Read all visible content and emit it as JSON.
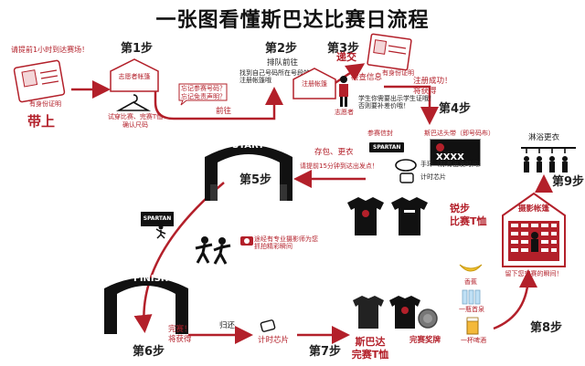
{
  "title": "一张图看懂斯巴达比赛日流程",
  "steps": {
    "s1": "第1步",
    "s2": "第2步",
    "s3": "第3步",
    "s4": "第4步",
    "s5": "第5步",
    "s6": "第6步",
    "s7": "第7步",
    "s8": "第8步",
    "s9": "第9步"
  },
  "top_left": {
    "note": "请提前1小时到达赛场！",
    "id_caption": "有身份证明",
    "bring": "带上"
  },
  "volunteer_tent": {
    "label": "志愿者帐篷",
    "caption_line1": "试穿比赛、完赛T恤",
    "caption_line2": "确认尺码"
  },
  "ask_bubble": {
    "line1": "忘记参赛号码？",
    "line2": "忘记免责声明？"
  },
  "go_label": "前往",
  "queue_label": "排队前往",
  "find_note_line1": "找到自己号码所在号段的",
  "find_note_line2": "注册帐篷哦",
  "reg_tent_label": "注册帐篷",
  "volunteer_label": "志愿者",
  "submit": "递交",
  "verify": "检查信息",
  "form_caption": "有身份证明",
  "reg_success_line1": "注册成功！",
  "reg_success_line2": "将获得",
  "student_note_line1": "学生你需要出示学生证哦！",
  "student_note_line2": "否则要补差价哦！",
  "kit": {
    "bag_title": "参赛信封",
    "head_title": "斯巴达头带（即号码布）",
    "spartan_text": "SPARTAN",
    "bib": "XXXX",
    "wrist_label": "手环（标有出发时间）",
    "chip_label": "计时芯片"
  },
  "store_change": "存包、更衣",
  "start_note": "请提前15分钟到达出发点！",
  "start_arch": "START",
  "finish_arch": "FINISH",
  "spartan_sign": "SPARTAN",
  "tee_label_line1": "锐步",
  "tee_label_line2": "比赛T恤",
  "photo_note_line1": "途经有专业摄影师为您",
  "photo_note_line2": "抓拍精彩瞬间",
  "finish_reward_line1": "完赛！",
  "finish_reward_line2": "将获得",
  "return_label": "归还",
  "chip_return_label": "计时芯片",
  "finisher_tee_line1": "斯巴达",
  "finisher_tee_line2": "完赛T恤",
  "medal_label": "完赛奖牌",
  "food": {
    "banana": "香蕉",
    "water": "一瓶首泉",
    "beer": "一杯啤酒"
  },
  "photo_tent_label": "摄影帐篷",
  "photo_tent_note": "留下您完赛的瞬间！",
  "shower_label": "淋浴更衣",
  "colors": {
    "accent": "#b3202a",
    "dark": "#111111",
    "arrow": "#b3202a"
  }
}
